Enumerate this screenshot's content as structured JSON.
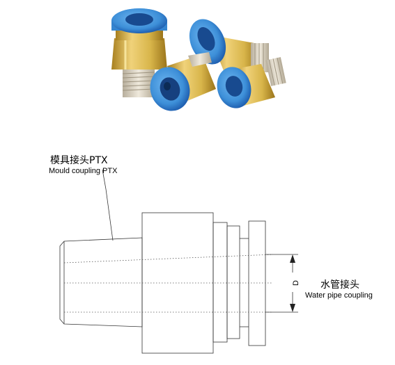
{
  "photo": {
    "description_icon": "push-in-fittings-photo",
    "colors": {
      "cap": "#3d8fd8",
      "cap_dark": "#1f5fb0",
      "brass": "#d8b54a",
      "brass_dark": "#a77f1e",
      "thread": "#d9d2c3"
    }
  },
  "diagram": {
    "label_top_cn": "模具接头PTX",
    "label_top_en": "Mould coupling PTX",
    "label_right_cn": "水管接头",
    "label_right_en": "Water pipe coupling",
    "dimension_label": "D"
  }
}
